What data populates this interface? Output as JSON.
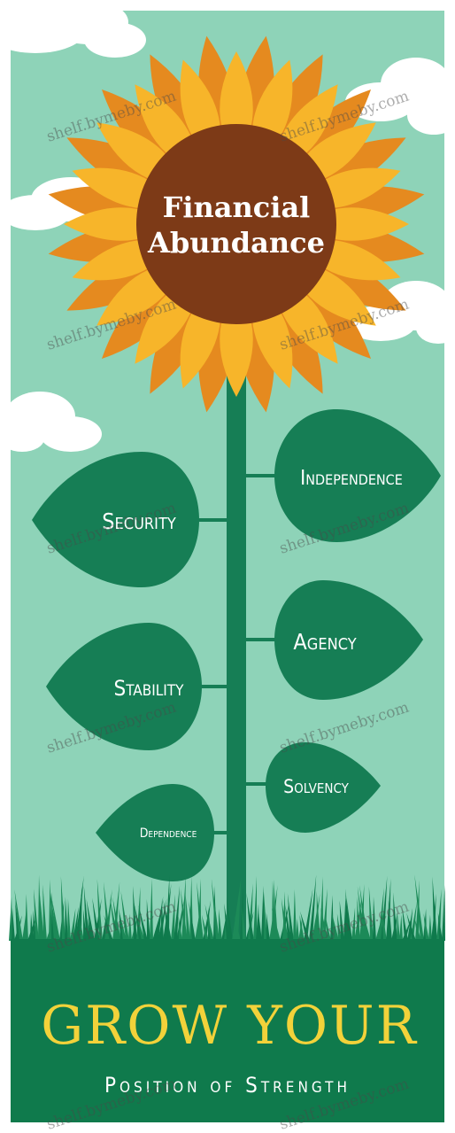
{
  "flower": {
    "title_line1": "Financial",
    "title_line2": "Abundance"
  },
  "leaves": {
    "independence": "Independence",
    "security": "Security",
    "agency": "Agency",
    "stability": "Stability",
    "solvency": "Solvency",
    "dependence": "Dependence"
  },
  "footer": {
    "headline": "GROW YOUR",
    "subline": "Position of Strength"
  },
  "watermark": {
    "text": "shelf.bymeby.com"
  },
  "colors": {
    "sky": "#8ed3b8",
    "leaf": "#167e55",
    "ground": "#0f7a4c",
    "petal_outer": "#e58a1f",
    "petal_inner": "#f7b52a",
    "center": "#7d3a17",
    "headline": "#f2d23a"
  }
}
